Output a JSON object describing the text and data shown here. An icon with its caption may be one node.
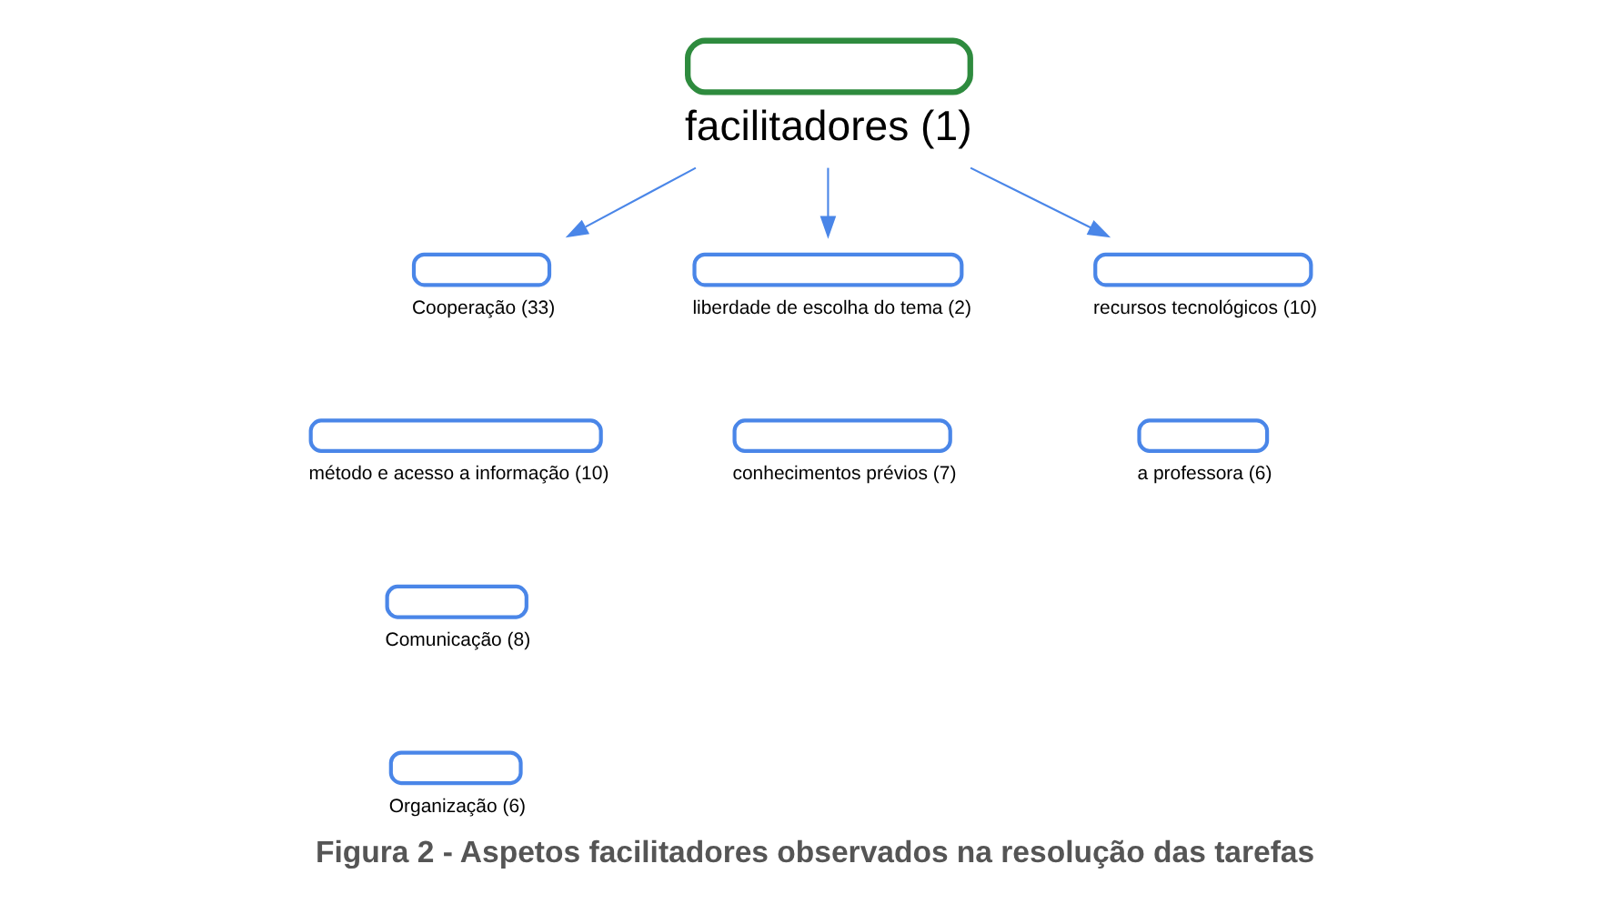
{
  "diagram": {
    "caption": "Figura 2 - Aspetos facilitadores observados na resolução das tarefas",
    "nodes": [
      {
        "text": [
          "facilitadores (1)"
        ]
      },
      {
        "text": [
          "Cooperação (33)"
        ]
      },
      {
        "text": [
          "método e acesso a informação (10)"
        ]
      },
      {
        "text": [
          "Comunicação (8)"
        ]
      },
      {
        "text": [
          "Organização (6)"
        ]
      },
      {
        "text": [
          "liberdade de escolha do tema (2)"
        ]
      },
      {
        "text": [
          "conhecimentos prévios (7)"
        ]
      },
      {
        "text": [
          "recursos tecnológicos (10)"
        ]
      },
      {
        "text": [
          "a professora (6)"
        ]
      }
    ],
    "edges": [
      {
        "from": 0,
        "to": 1,
        "arrow": "to"
      },
      {
        "from": 0,
        "to": 5,
        "arrow": "to"
      },
      {
        "from": 0,
        "to": 7,
        "arrow": "to"
      }
    ]
  }
}
